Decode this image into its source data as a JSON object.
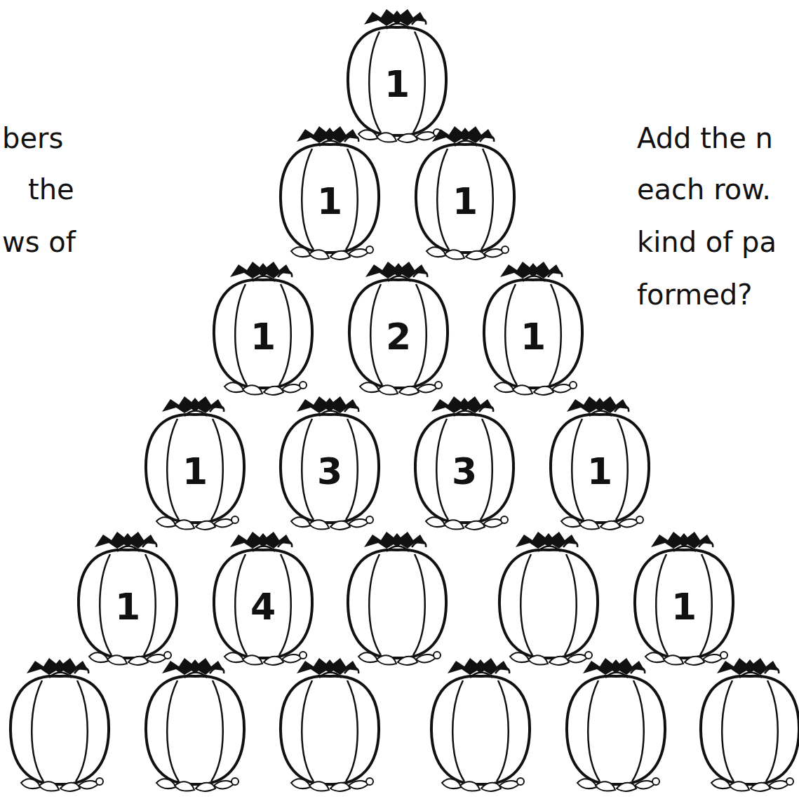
{
  "diagram": {
    "nodes": [
      {
        "text": [
          "1"
        ]
      },
      {
        "text": [
          "1"
        ]
      },
      {
        "text": [
          "1"
        ]
      },
      {
        "text": [
          "1"
        ]
      },
      {
        "text": [
          "2"
        ]
      },
      {
        "text": [
          "1"
        ]
      },
      {
        "text": [
          "1"
        ]
      },
      {
        "text": [
          "3"
        ]
      },
      {
        "text": [
          "3"
        ]
      },
      {
        "text": [
          "1"
        ]
      },
      {
        "text": [
          "1"
        ]
      },
      {
        "text": [
          "4"
        ]
      },
      {
        "text": [
          "1"
        ]
      }
    ],
    "labels": [
      "bers",
      "the",
      "ws of",
      "Add the n",
      "each row.",
      "kind of pa",
      "formed?"
    ]
  }
}
